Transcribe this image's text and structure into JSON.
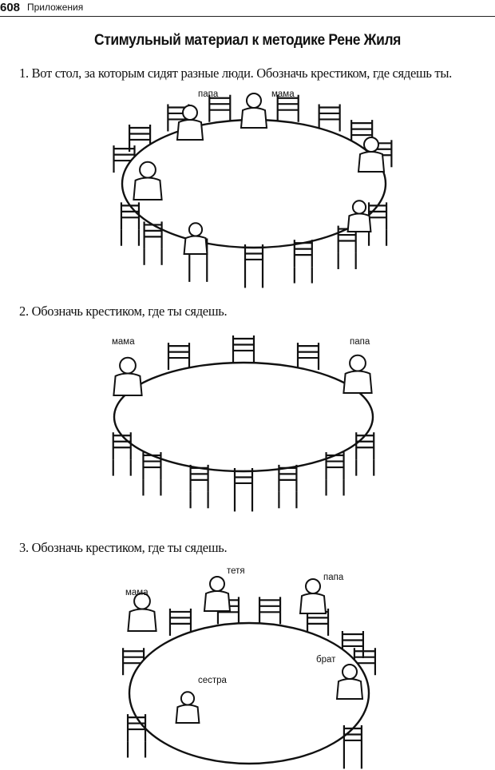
{
  "header": {
    "page_number": "608",
    "section": "Приложения"
  },
  "title": "Стимульный материал к методике Рене Жиля",
  "tasks": [
    {
      "text": "1.  Вот стол, за которым сидят разные люди. Обозначь крестиком, где сядешь ты.",
      "labels": [
        "папа",
        "мама"
      ]
    },
    {
      "text": "2.  Обозначь крестиком, где ты сядешь.",
      "labels": [
        "мама",
        "папа"
      ]
    },
    {
      "text": "3.  Обозначь крестиком, где ты сядешь.",
      "labels": [
        "тетя",
        "папа",
        "мама",
        "брат",
        "сестра"
      ]
    }
  ]
}
